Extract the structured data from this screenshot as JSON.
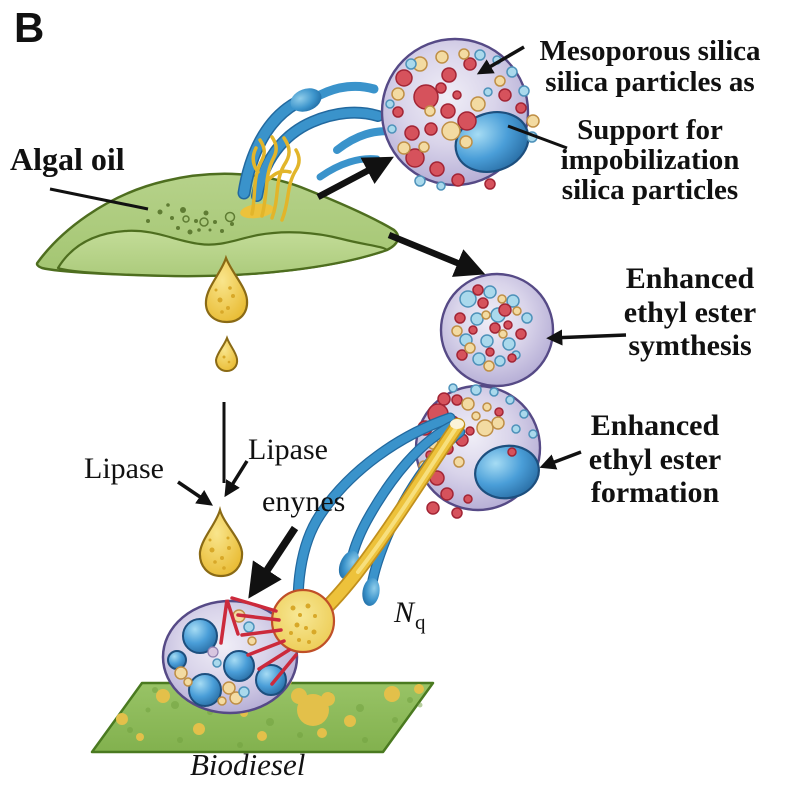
{
  "figure": {
    "panel_label": "B"
  },
  "labels": {
    "algal_oil": "Algal oil",
    "mesoporous": [
      "Mesoporous silica",
      "silica particles as"
    ],
    "support": [
      "Support for",
      "impobilization",
      "silica particles"
    ],
    "synthesis": [
      "Enhanced",
      "ethyl ester",
      "symthesis"
    ],
    "formation": [
      "Enhanced",
      "ethyl ester",
      "formation"
    ],
    "lipase_left": "Lipase",
    "lipase_right": "Lipase",
    "enzymes": "enynes",
    "n_site": {
      "main": "N",
      "sub": "q"
    },
    "biodiesel": "Biodiesel"
  },
  "colors": {
    "algae_green": "#a9c877",
    "platform_green": "#8cba5a",
    "particle_lavender": "#b8b0d8",
    "vesicle_blue": "#4a9ed8",
    "enzyme_blue": "#3a93cb",
    "oil_yellow": "#edc23b",
    "molecule_red": "#d6525c",
    "molecule_cream": "#f3dba2",
    "molecule_lightblue": "#aad9ec",
    "reaction_lines_red": "#cc2a3c",
    "text": "#111111"
  }
}
